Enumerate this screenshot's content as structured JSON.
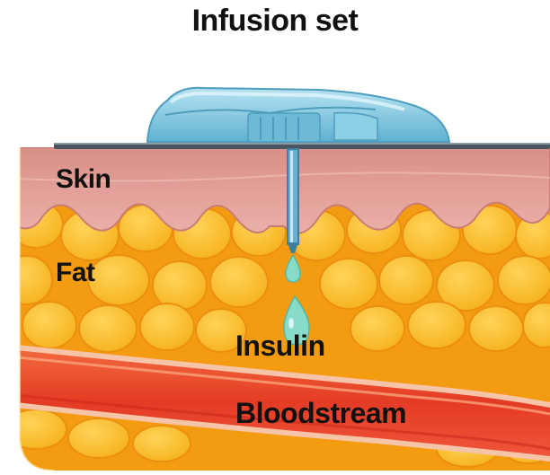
{
  "diagram": {
    "title": "Infusion set",
    "labels": {
      "skin": "Skin",
      "fat": "Fat",
      "insulin": "Insulin",
      "bloodstream": "Bloodstream"
    },
    "colors": {
      "skin": "#e8a9a1",
      "fat": "#f7a81b",
      "fat_cell": "#fcc434",
      "blood_vessel": "#e8432a",
      "device": "#7fc6e0",
      "insulin_drop": "#7ed3c4"
    }
  }
}
